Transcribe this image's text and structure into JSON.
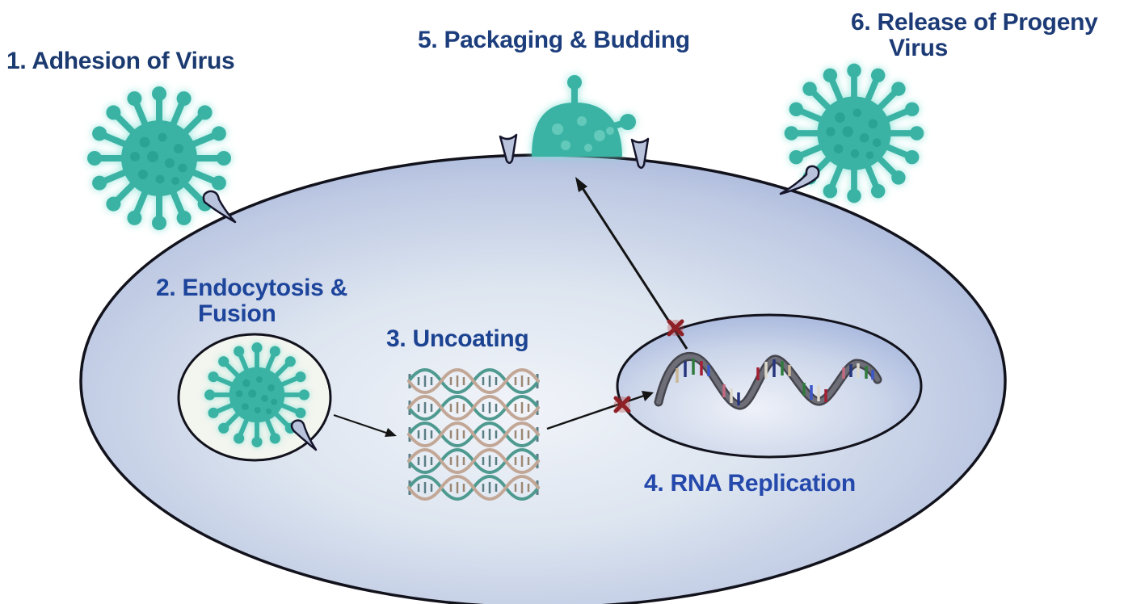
{
  "diagram": {
    "steps": [
      {
        "lines": [
          "1. Adhesion of Virus"
        ],
        "color": "#1b3a6f"
      },
      {
        "lines": [
          "2. Endocytosis &",
          "Fusion"
        ],
        "color": "#1e459c"
      },
      {
        "lines": [
          "3. Uncoating"
        ],
        "color": "#1c4392"
      },
      {
        "lines": [
          "4. RNA Replication"
        ],
        "color": "#2448ab"
      },
      {
        "lines": [
          "5. Packaging & Budding"
        ],
        "color": "#1d3e7d"
      },
      {
        "lines": [
          "6. Release of Progeny",
          "Virus"
        ],
        "color": "#1c3b76"
      }
    ],
    "colors": {
      "background": "#ffffff",
      "virus_teal": "#3ab3a4",
      "virus_spot": "#1e978a",
      "cell_edge": "#8da1d0",
      "cell_center": "#f1f4f9",
      "nucleus_edge": "#9fb0da",
      "vesicle_fill": "#f3f5ef",
      "outline_black": "#12121c",
      "spike_arrow_fill": "#b9c3dc",
      "rna_strand_teal": "#4f9a90",
      "rna_strand_tan": "#c2a796",
      "helix_ribbon_gray": "#55555e",
      "blocked_cross_red": "#8e2026",
      "arrow_black": "#141414"
    }
  }
}
